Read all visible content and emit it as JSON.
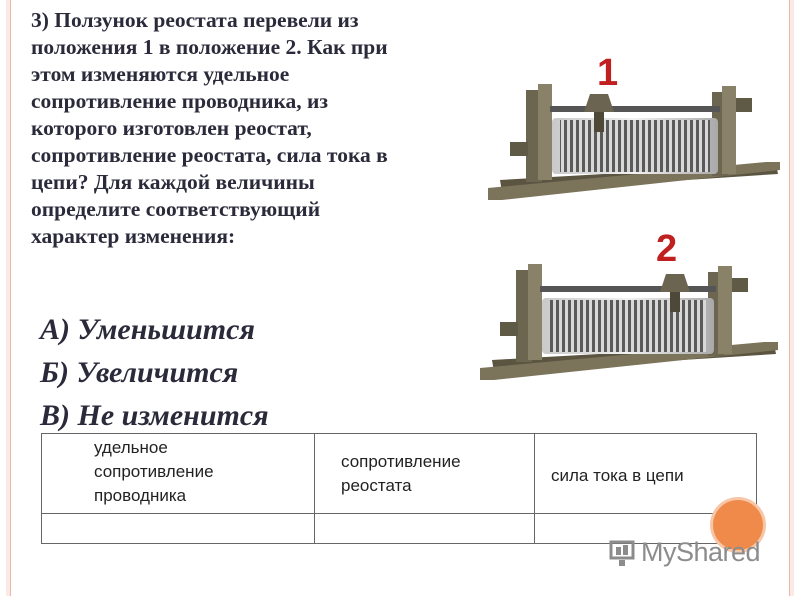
{
  "question": {
    "line1": "3) Ползунок реостата перевели из",
    "line2": "положения 1 в положение 2. Как при",
    "line3": "этом изменяются удельное",
    "line4": "сопротивление проводника, из",
    "line5": "которого изготовлен реостат,",
    "line6": "сопротивление реостата, сила тока в",
    "line7": "цепи? Для каждой величины",
    "line8": "определите соответствующий",
    "line9": "характер изменения:"
  },
  "options": [
    "А) Уменьшится",
    "Б) Увеличится",
    "В) Не изменится"
  ],
  "figures": {
    "label_1": "1",
    "label_2": "2",
    "label_color": "#c02020"
  },
  "table": {
    "headers": [
      [
        "удельное",
        "сопротивление",
        "проводника"
      ],
      [
        "сопротивление",
        "реостата"
      ],
      [
        "сила тока в цепи"
      ]
    ],
    "answers": [
      "",
      "",
      ""
    ]
  },
  "watermark": {
    "text": "MyShared"
  },
  "colors": {
    "accent": "#f08a4b",
    "frame": "#e7b8ae",
    "text": "#2a2a3a"
  },
  "icons": [
    "rheostat-image",
    "decorative-circle",
    "myshared-logo-icon"
  ]
}
